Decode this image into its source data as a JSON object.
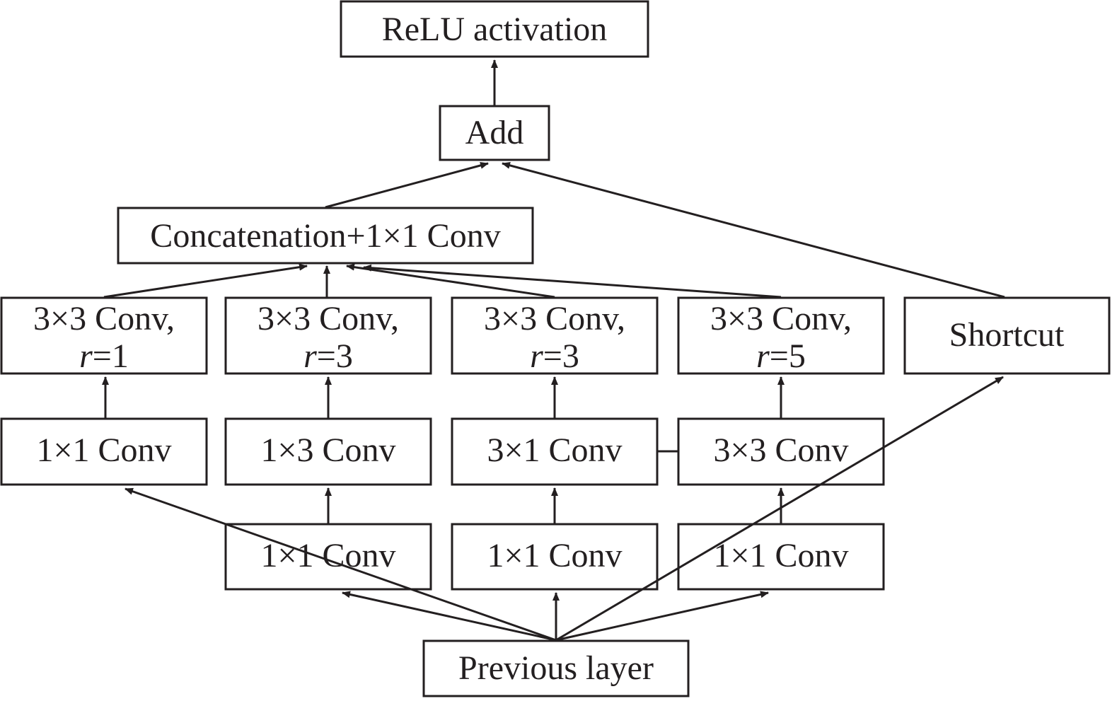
{
  "diagram": {
    "nodes": {
      "relu": {
        "label": "ReLU activation"
      },
      "add": {
        "label": "Add"
      },
      "concat": {
        "label": "Concatenation+1×1 Conv"
      },
      "dil1": {
        "line1": "3×3 Conv,",
        "var": "r",
        "value": "=1"
      },
      "dil2": {
        "line1": "3×3 Conv,",
        "var": "r",
        "value": "=3"
      },
      "dil3": {
        "line1": "3×3 Conv,",
        "var": "r",
        "value": "=3"
      },
      "dil4": {
        "line1": "3×3 Conv,",
        "var": "r",
        "value": "=5"
      },
      "shortcut": {
        "label": "Shortcut"
      },
      "mid1": {
        "label": "1×1 Conv"
      },
      "mid2": {
        "label": "1×3 Conv"
      },
      "mid3": {
        "label": "3×1 Conv"
      },
      "mid4": {
        "label": "3×3 Conv"
      },
      "low2": {
        "label": "1×1 Conv"
      },
      "low3": {
        "label": "1×1 Conv"
      },
      "low4": {
        "label": "1×1 Conv"
      },
      "prev": {
        "label": "Previous layer"
      }
    },
    "edges": [
      {
        "from": "prev",
        "to": "mid1"
      },
      {
        "from": "prev",
        "to": "low2"
      },
      {
        "from": "prev",
        "to": "low3"
      },
      {
        "from": "prev",
        "to": "low4"
      },
      {
        "from": "prev",
        "to": "shortcut"
      },
      {
        "from": "low2",
        "to": "mid2"
      },
      {
        "from": "low3",
        "to": "mid3"
      },
      {
        "from": "low4",
        "to": "mid4"
      },
      {
        "from": "mid1",
        "to": "dil1"
      },
      {
        "from": "mid2",
        "to": "dil2"
      },
      {
        "from": "mid3",
        "to": "dil3"
      },
      {
        "from": "mid4",
        "to": "dil4"
      },
      {
        "from": "dil1",
        "to": "concat"
      },
      {
        "from": "dil2",
        "to": "concat"
      },
      {
        "from": "dil3",
        "to": "concat"
      },
      {
        "from": "dil4",
        "to": "concat"
      },
      {
        "from": "concat",
        "to": "add"
      },
      {
        "from": "shortcut",
        "to": "add"
      },
      {
        "from": "add",
        "to": "relu"
      },
      {
        "from": "mid3",
        "to": "mid4",
        "arrow": false
      }
    ]
  }
}
